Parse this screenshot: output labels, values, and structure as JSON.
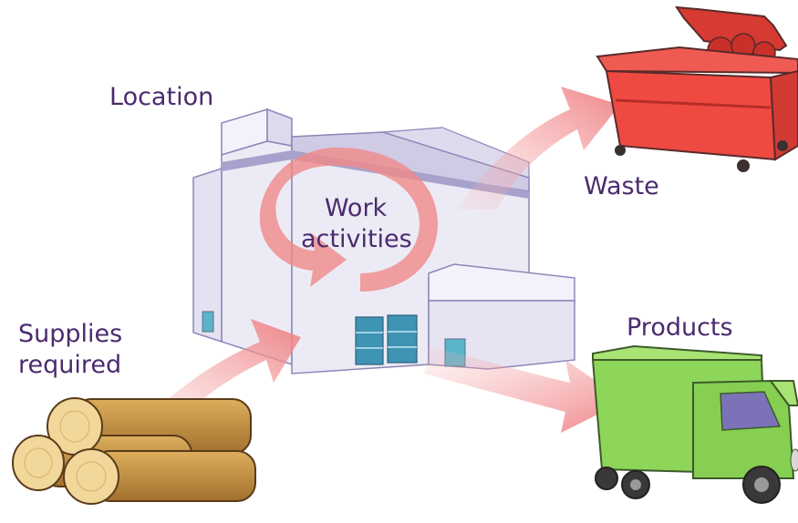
{
  "labels": {
    "location": "Location",
    "work_line1": "Work",
    "work_line2": "activities",
    "waste": "Waste",
    "products": "Products",
    "supplies_line1": "Supplies",
    "supplies_line2": "required"
  },
  "colors": {
    "label_text": "#4b2b6e",
    "arrow": "#f08a8a",
    "building_wall": "#ecebf5",
    "building_trim": "#8c86b8",
    "dumpster": "#e8453e",
    "truck": "#8ed65a",
    "logs": "#c8903f"
  },
  "icons": [
    "building-icon",
    "dumpster-icon",
    "truck-icon",
    "logs-icon",
    "cycle-arrow-icon"
  ]
}
